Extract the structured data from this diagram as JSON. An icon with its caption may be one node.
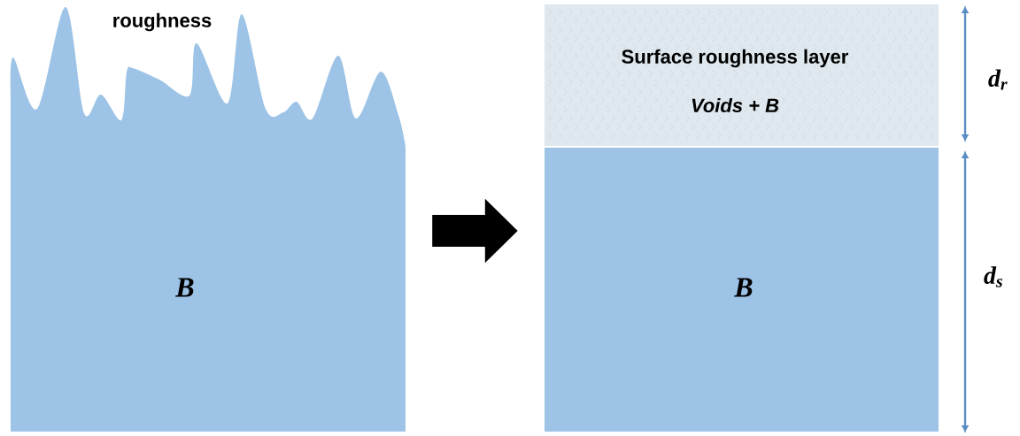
{
  "diagram": {
    "nodes": [
      {
        "text": [
          "roughness",
          "B"
        ]
      },
      {
        "text": [
          "Surface roughness layer",
          "Voids + B"
        ]
      },
      {
        "text": [
          "B"
        ]
      }
    ],
    "edges": [
      {
        "from": 0,
        "to": 2,
        "arrow": "to"
      }
    ],
    "labels": [
      "d$_{r}$",
      "d$_{s}$"
    ]
  }
}
